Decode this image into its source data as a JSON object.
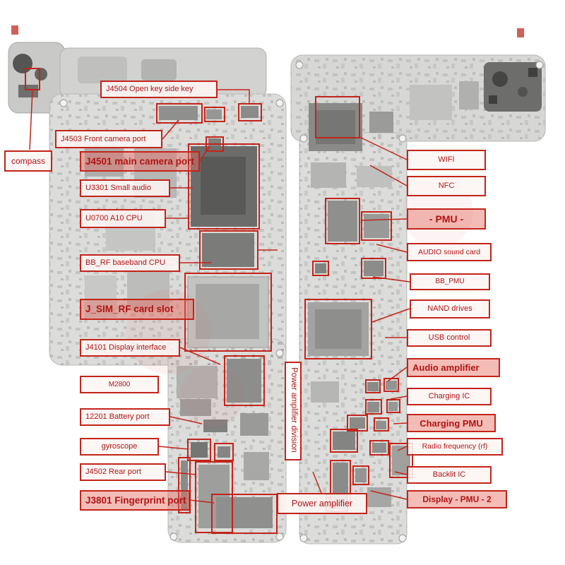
{
  "diagram": {
    "kind": "annotated-pcb-diagram",
    "subject": "smartphone logic board component map"
  },
  "colors": {
    "annotation_red": "#c3241a",
    "label_text": "#b01414",
    "board_gray": "#dcdcda",
    "chip_dark": "#6c6c6a"
  },
  "labels": {
    "compass": "compass",
    "open_key_side_key": "J4504 Open key side key",
    "front_camera_port": "J4503 Front camera port",
    "main_camera_port": "J4501 main camera port",
    "small_audio": "U3301 Small audio",
    "a10_cpu": "U0700 A10 CPU",
    "baseband_cpu": "BB_RF baseband CPU",
    "sim_rf_card_slot": "J_SIM_RF card slot",
    "display_interface": "J4101 Display interface",
    "m2800": "M2800",
    "battery_port": "12201 Battery port",
    "gyroscope": "gyroscope",
    "rear_port": "J4502 Rear port",
    "fingerprint_port": "J3801 Fingerprint port",
    "power_amplifier_division": "Power amplifier division",
    "power_amplifier": "Power amplifier",
    "wifi": "WIFI",
    "nfc": "NFC",
    "pmu": "- PMU -",
    "audio_sound_card": "AUDIO sound card",
    "bb_pmu": "BB_PMU",
    "nand_drives": "NAND drives",
    "usb_control": "USB control",
    "audio_amplifier": "Audio amplifier",
    "charging_ic": "Charging IC",
    "charging_pmu": "Charging PMU",
    "radio_frequency": "Radio frequency (rf)",
    "backlit_ic": "Backlit IC",
    "display_pmu_2": "Display - PMU - 2"
  }
}
